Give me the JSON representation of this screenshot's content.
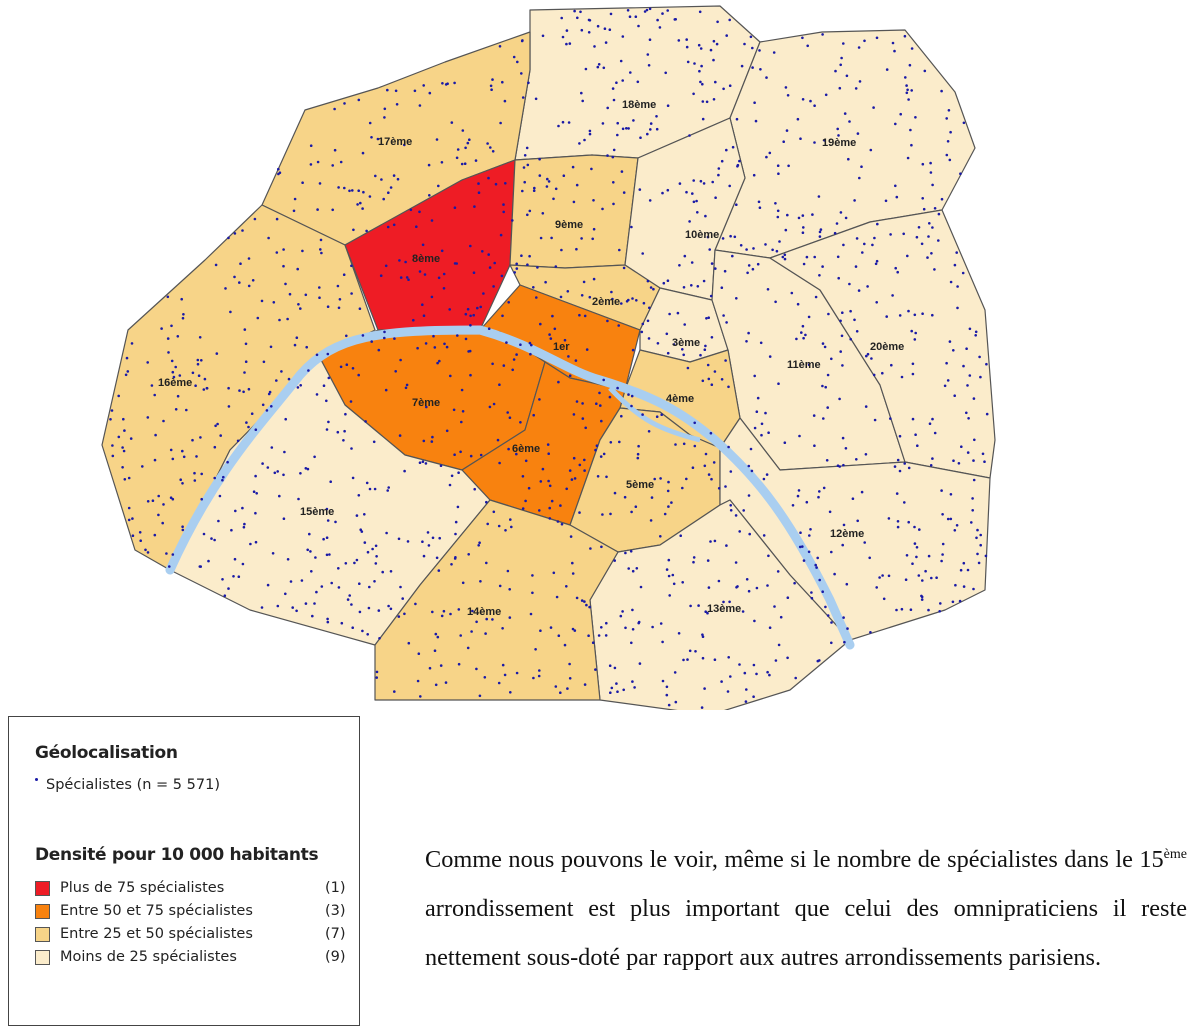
{
  "map": {
    "labels": [
      "18ème",
      "17ème",
      "19ème",
      "9ème",
      "8ème",
      "10ème",
      "2ème",
      "1er",
      "3ème",
      "16ème",
      "7ème",
      "11ème",
      "20ème",
      "4ème",
      "6ème",
      "5ème",
      "15ème",
      "12ème",
      "13ème",
      "14ème"
    ],
    "colors": {
      "very_high": "#ee1c25",
      "high": "#f8820f",
      "medium": "#f7d488",
      "low": "#fbeccb",
      "seine": "#a9cef0",
      "dots": "#1a1aa6"
    },
    "arrondissement_classes": {
      "1er": "high",
      "2ème": "medium",
      "3ème": "low",
      "4ème": "medium",
      "5ème": "medium",
      "6ème": "high",
      "7ème": "high",
      "8ème": "very_high",
      "9ème": "medium",
      "10ème": "low",
      "11ème": "low",
      "12ème": "low",
      "13ème": "low",
      "14ème": "medium",
      "15ème": "low",
      "16ème": "medium",
      "17ème": "medium",
      "18ème": "low",
      "19ème": "low",
      "20ème": "low"
    }
  },
  "legend": {
    "geo_title": "Géolocalisation",
    "specialists_label": "Spécialistes (n = 5 571)",
    "density_title": "Densité pour 10 000 habitants",
    "classes": [
      {
        "label": "Plus de 75 spécialistes",
        "count": "(1)",
        "color": "#ee1c25"
      },
      {
        "label": "Entre 50 et 75 spécialistes",
        "count": "(3)",
        "color": "#f8820f"
      },
      {
        "label": "Entre 25 et 50 spécialistes",
        "count": "(7)",
        "color": "#f7d488"
      },
      {
        "label": "Moins de 25 spécialistes",
        "count": "(9)",
        "color": "#fbeccb"
      }
    ]
  },
  "paragraph": {
    "part1": "Comme nous pouvons le voir, même si le nombre de spécialistes dans le 15",
    "sup": "ème",
    "part2": " arrondissement est plus important que celui des omnipraticiens il reste nettement sous-doté par rapport aux autres arrondissements parisiens."
  }
}
